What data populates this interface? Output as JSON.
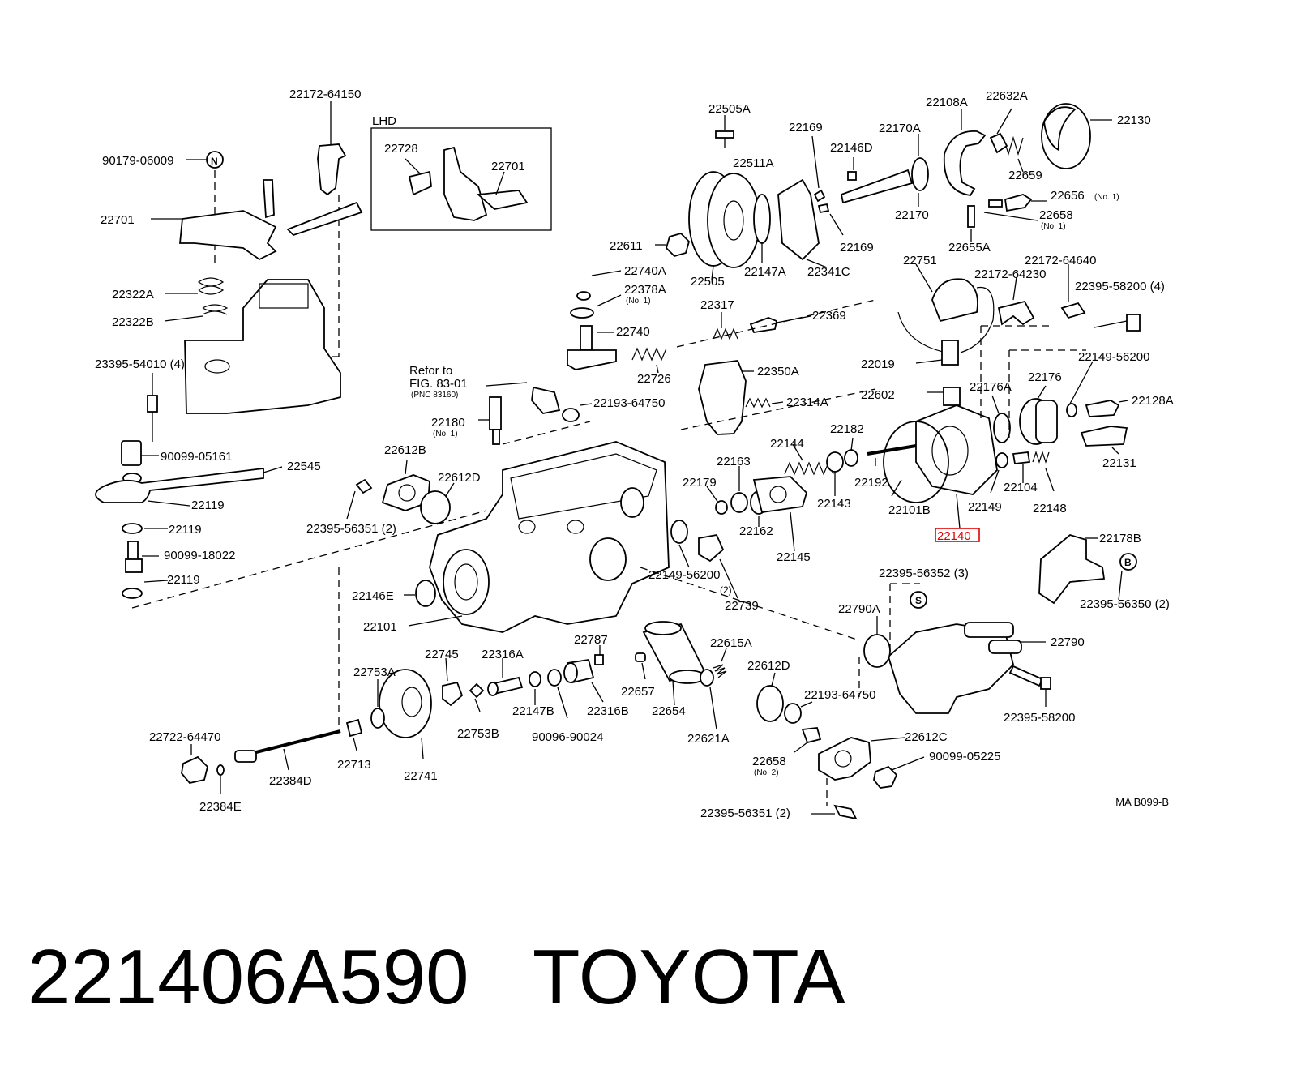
{
  "diagram": {
    "labels": {
      "p22172_64150": "22172-64150",
      "lhd": "LHD",
      "p22728": "22728",
      "p22701_inset": "22701",
      "p90179_06009": "90179-06009",
      "n_circle": "N",
      "p22701": "22701",
      "p22322A": "22322A",
      "p22322B": "22322B",
      "p23395_54010": "23395-54010 (4)",
      "p90099_05161": "90099-05161",
      "p22545": "22545",
      "p22119_a": "22119",
      "p22119_b": "22119",
      "p90099_18022": "90099-18022",
      "p22119_c": "22119",
      "p22505A": "22505A",
      "p22511A": "22511A",
      "p22611": "22611",
      "p22505": "22505",
      "p22147A": "22147A",
      "p22341C": "22341C",
      "p22169_a": "22169",
      "p22169_b": "22169",
      "p22170A": "22170A",
      "p22146D": "22146D",
      "p22170": "22170",
      "p22108A": "22108A",
      "p22632A": "22632A",
      "p22130": "22130",
      "p22659": "22659",
      "p22656": "22656",
      "p22656_sub": "(No. 1)",
      "p22658": "22658",
      "p22658_sub": "(No. 1)",
      "p22655A": "22655A",
      "p22740A": "22740A",
      "p22378A": "22378A",
      "p22378A_sub": "(No. 1)",
      "p22740": "22740",
      "p22317": "22317",
      "p22369": "22369",
      "p22726": "22726",
      "p22350A": "22350A",
      "p22314A": "22314A",
      "refor_line1": "Refor to",
      "refor_line2": "FIG. 83-01",
      "refor_line3": "(PNC 83160)",
      "p22193_64750_a": "22193-64750",
      "p22180": "22180",
      "p22180_sub": "(No. 1)",
      "p22612B": "22612B",
      "p22612D_a": "22612D",
      "p22395_56351_a": "22395-56351  (2)",
      "p22146E": "22146E",
      "p22101": "22101",
      "p22751": "22751",
      "p22172_64640": "22172-64640",
      "p22172_64230": "22172-64230",
      "p22395_58200_a": "22395-58200  (4)",
      "p22019": "22019",
      "p22149_56200_a": "22149-56200",
      "p22602": "22602",
      "p22176A": "22176A",
      "p22176": "22176",
      "p22128A": "22128A",
      "p22131": "22131",
      "p22144": "22144",
      "p22182": "22182",
      "p22163": "22163",
      "p22179": "22179",
      "p22192": "22192",
      "p22143": "22143",
      "p22162": "22162",
      "p22101B": "22101B",
      "p22149": "22149",
      "p22104": "22104",
      "p22148": "22148",
      "p22145": "22145",
      "p22140": "22140",
      "p22149_56200_b": "22149-56200",
      "p22149_56200_b_sub": "(2)",
      "p22739": "22739",
      "p22178B": "22178B",
      "b_circle": "B",
      "p22395_56350": "22395-56350  (2)",
      "p22395_56352": "22395-56352  (3)",
      "s_circle": "S",
      "p22790A": "22790A",
      "p22790": "22790",
      "p22395_58200_b": "22395-58200",
      "p22753A": "22753A",
      "p22745": "22745",
      "p22316A": "22316A",
      "p22787": "22787",
      "p22615A": "22615A",
      "p22612D_b": "22612D",
      "p22147B": "22147B",
      "p22316B": "22316B",
      "p22657": "22657",
      "p22654": "22654",
      "p22193_64750_b": "22193-64750",
      "p22753B": "22753B",
      "p90096_90024": "90096-90024",
      "p22621A": "22621A",
      "p22612C": "22612C",
      "p22722_64470": "22722-64470",
      "p22713": "22713",
      "p22741": "22741",
      "p22384D": "22384D",
      "p22384E": "22384E",
      "p22658_b": "22658",
      "p22658_b_sub": "(No. 2)",
      "p90099_05225": "90099-05225",
      "p22395_56351_b": "22395-56351  (2)"
    },
    "highlight_color": "#e00000",
    "figure_code": "MA B099-B"
  },
  "caption": {
    "part_number": "221406A590",
    "brand": "TOYOTA"
  }
}
